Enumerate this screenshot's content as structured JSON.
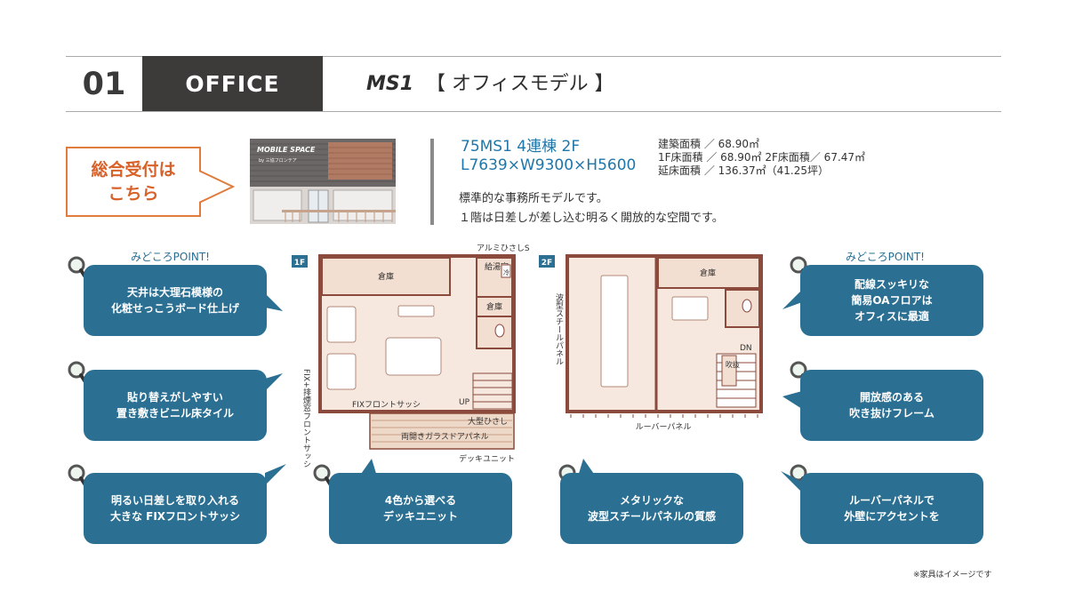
{
  "header": {
    "number": "01",
    "category": "OFFICE",
    "model": "MS1",
    "subtitle": "【 オフィスモデル 】"
  },
  "reception": {
    "line1": "総合受付は",
    "line2": "こちら"
  },
  "building": {
    "sign": "MOBILE SPACE",
    "sign_sub": "by 三協フロンテア"
  },
  "spec": {
    "model_line": "75MS1 4連棟 2F",
    "dims": "L7639×W9300×H5600",
    "desc1": "標準的な事務所モデルです。",
    "desc2": "１階は日差しが差し込む明るく開放的な空間です。",
    "area1": "建築面積 ／ 68.90㎡",
    "area2": "1F床面積 ／ 68.90㎡  2F床面積／ 67.47㎡",
    "area3": "延床面積 ／ 136.37㎡（41.25坪）"
  },
  "points": {
    "label_left": "みどころPOINT!",
    "label_right": "みどころPOINT!",
    "items": [
      {
        "line1": "天井は大理石模様の",
        "line2": "化粧せっこうボード仕上げ"
      },
      {
        "line1": "貼り替えがしやすい",
        "line2": "置き敷きビニル床タイル"
      },
      {
        "line1": "明るい日差しを取り入れる",
        "line2": "大きな FIXフロントサッシ"
      },
      {
        "line1": "4色から選べる",
        "line2": "デッキユニット"
      },
      {
        "line1": "メタリックな",
        "line2": "波型スチールパネルの質感"
      },
      {
        "line1": "配線スッキリな",
        "line2": "簡易OAフロアは",
        "line3": "オフィスに最適"
      },
      {
        "line1": "開放感のある",
        "line2": "吹き抜けフレーム"
      },
      {
        "line1": "ルーバーパネルで",
        "line2": "外壁にアクセントを"
      }
    ]
  },
  "plan": {
    "tag_1f": "1F",
    "tag_2f": "2F",
    "aluminum_eave": "アルミひさしS",
    "storage_1f": "倉庫",
    "kitchen": "給湯室",
    "refrigerator": "冷",
    "storage_small": "倉庫",
    "fix_sash": "FIXフロントサッシ",
    "up": "UP",
    "big_eave": "大型ひさし",
    "glass_panel": "両開きガラスドアパネル",
    "deck_unit": "デッキユニット",
    "vertical_sash": "FIX+排煙窓フロントサッシ",
    "wave_panel": "波型スチールパネル",
    "storage_2f": "倉庫",
    "dn": "DN",
    "void": "吹抜",
    "louver": "ルーバーパネル"
  },
  "note": "※家具はイメージです",
  "colors": {
    "accent_blue": "#2b6f92",
    "orange": "#e07b3c",
    "dark": "#3d3a3a",
    "wall": "#8b4a3c",
    "floor": "#f6e8df"
  }
}
